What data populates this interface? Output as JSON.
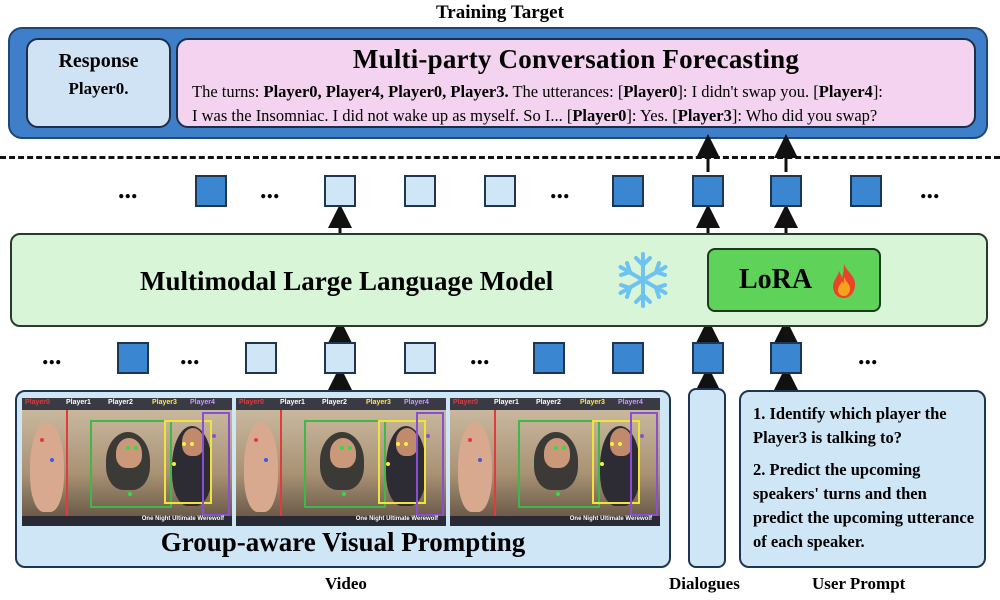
{
  "training_target": {
    "title": "Training Target",
    "response": {
      "label": "Response",
      "value": "Player0."
    },
    "forecast": {
      "title": "Multi-party Conversation Forecasting",
      "line1_parts": [
        {
          "text": "The turns: ",
          "bold": false
        },
        {
          "text": "Player0, Player4, Player0, Player3.",
          "bold": true
        },
        {
          "text": " The utterances: [",
          "bold": false
        },
        {
          "text": "Player0",
          "bold": true
        },
        {
          "text": "]: I didn't swap you. [",
          "bold": false
        },
        {
          "text": "Player4",
          "bold": true
        },
        {
          "text": "]:",
          "bold": false
        }
      ],
      "line2_parts": [
        {
          "text": "I was the Insomniac. I did not wake up as myself. So I... [",
          "bold": false
        },
        {
          "text": "Player0",
          "bold": true
        },
        {
          "text": "]: Yes. [",
          "bold": false
        },
        {
          "text": "Player3",
          "bold": true
        },
        {
          "text": "]: Who did you swap?",
          "bold": false
        }
      ]
    }
  },
  "ellipsis": "...",
  "model": {
    "label": "Multimodal Large Language Model",
    "frozen_icon": "snowflake-icon",
    "lora_label": "LoRA",
    "trainable_icon": "fire-icon"
  },
  "video": {
    "caption": "Group-aware Visual Prompting",
    "frame_labels": [
      "Player0",
      "Player1",
      "Player2",
      "Player3",
      "Player4"
    ],
    "footer": "One Night Ultimate Werewolf"
  },
  "user_prompt": {
    "item1": "1. Identify which player the Player3 is talking to?",
    "item2": "2. Predict the upcoming speakers' turns and then predict the upcoming utterance of each speaker."
  },
  "labels": {
    "video": "Video",
    "dialogues": "Dialogues",
    "user_prompt": "User Prompt"
  },
  "colors": {
    "target_frame": "#3f7fc9",
    "response_fill": "#cfe3f5",
    "forecast_fill": "#f3d3ef",
    "llm_fill": "#d9f5d8",
    "lora_fill": "#5fd25a",
    "token_dark": "#3b86d0",
    "token_light": "#cfe6f7",
    "snowflake": "#6ec2f0"
  }
}
